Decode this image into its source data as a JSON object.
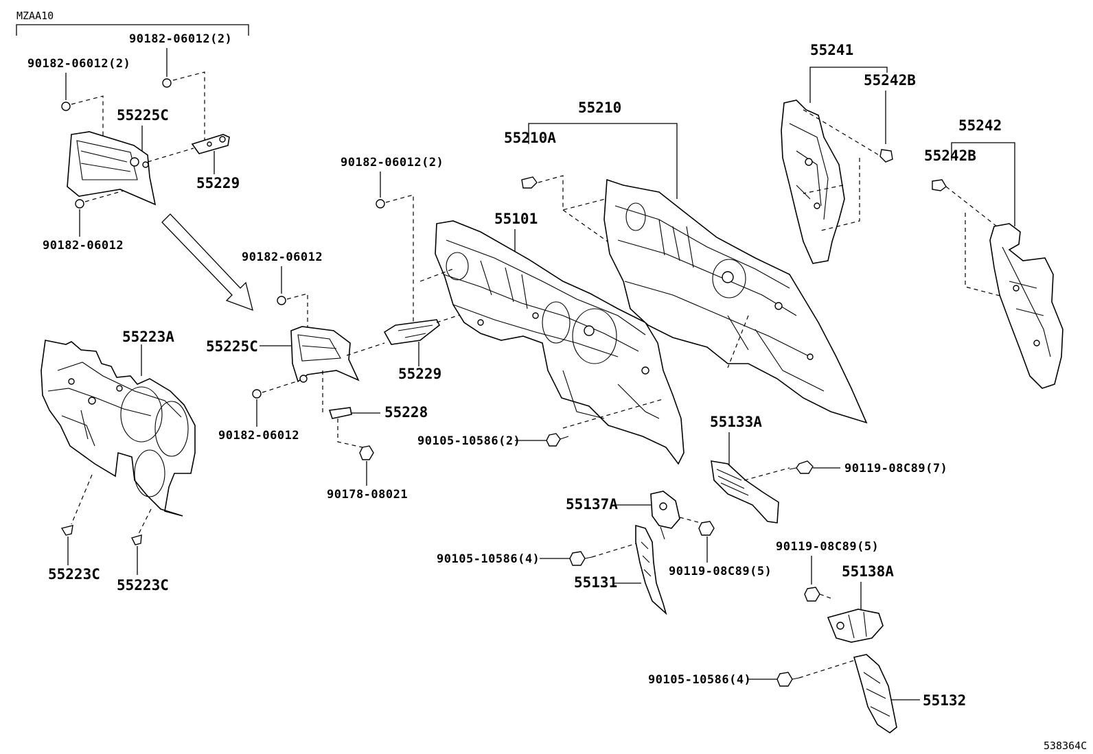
{
  "diagram": {
    "model_code": "MZAA10",
    "figure_id": "538364C",
    "labels": {
      "l_90182_a": "90182-06012(2)",
      "l_90182_b": "90182-06012(2)",
      "l_55225c_top": "55225C",
      "l_55229_top": "55229",
      "l_90182_c": "90182-06012",
      "l_90182_d": "90182-06012(2)",
      "l_90182_e": "90182-06012",
      "l_55225c_mid": "55225C",
      "l_55229_mid": "55229",
      "l_90182_f": "90182-06012",
      "l_55228": "55228",
      "l_90178": "90178-08021",
      "l_55223a": "55223A",
      "l_55223c_1": "55223C",
      "l_55223c_2": "55223C",
      "l_55101": "55101",
      "l_55210": "55210",
      "l_55210a": "55210A",
      "l_55241": "55241",
      "l_55242b_1": "55242B",
      "l_55242": "55242",
      "l_55242b_2": "55242B",
      "l_90105_a": "90105-10586(2)",
      "l_55133a": "55133A",
      "l_90119_a": "90119-08C89(7)",
      "l_55137a": "55137A",
      "l_90105_b": "90105-10586(4)",
      "l_90119_b": "90119-08C89(5)",
      "l_55131": "55131",
      "l_90119_c": "90119-08C89(5)",
      "l_55138a": "55138A",
      "l_90105_c": "90105-10586(4)",
      "l_55132": "55132"
    }
  }
}
